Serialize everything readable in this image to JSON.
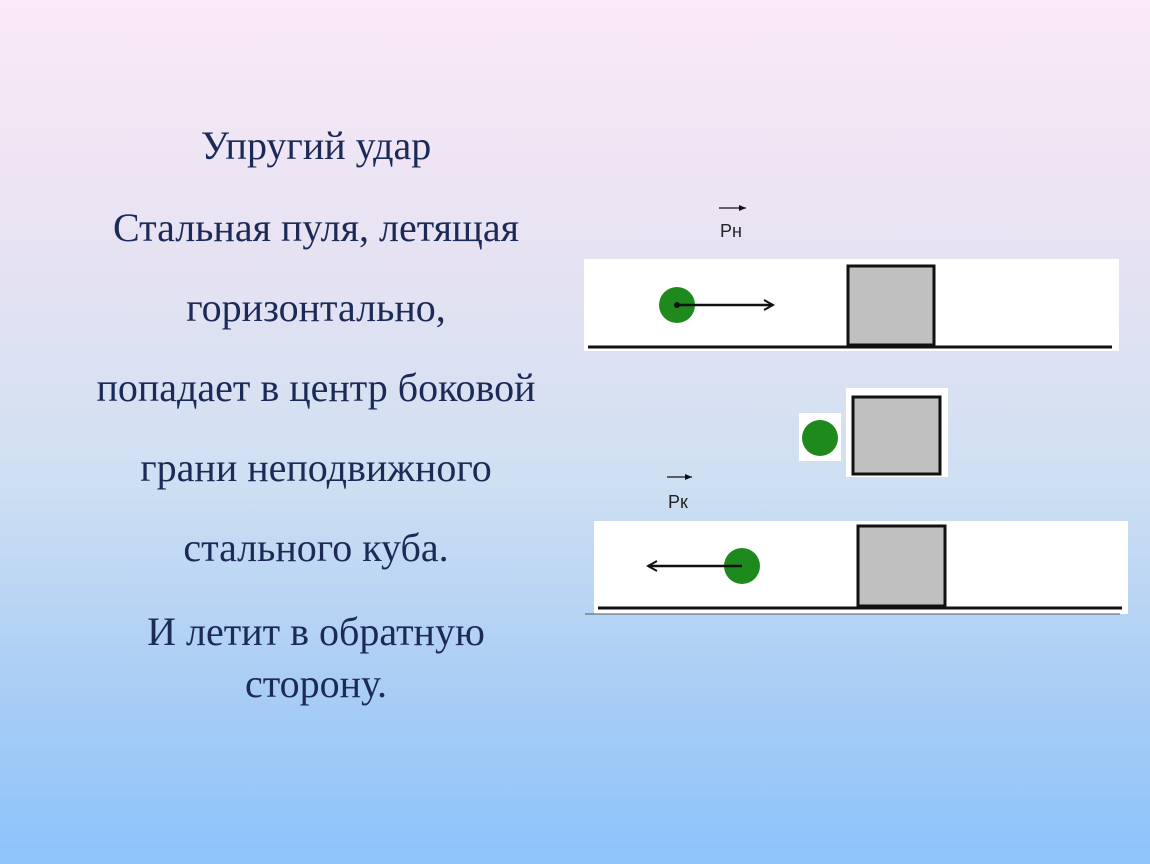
{
  "text": {
    "title": "Упругий удар",
    "line1": "Стальная пуля, летящая",
    "line2": "горизонтально,",
    "line3": "попадает в центр боковой",
    "line4": "грани неподвижного",
    "line5": "стального куба.",
    "line6": "И летит в обратную",
    "line7": "сторону."
  },
  "diagram": {
    "label_initial": "Pн",
    "label_final": "Pк",
    "ball_color": "#1e8a1e",
    "cube_fill": "#c0c0c0",
    "panel_color": "#ffffff"
  }
}
